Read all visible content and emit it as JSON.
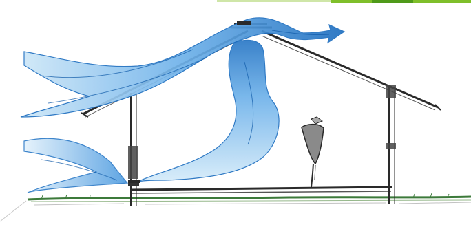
{
  "diagram": {
    "elements": [
      {
        "name": "house-section",
        "description_kind": "building"
      },
      {
        "name": "wind-flow",
        "description_kind": "air-current"
      },
      {
        "name": "ridge-vent",
        "description_kind": "opening"
      },
      {
        "name": "low-wall-opening",
        "description_kind": "opening"
      },
      {
        "name": "tree",
        "description_kind": "vegetation"
      },
      {
        "name": "ground-line",
        "description_kind": "ground"
      }
    ]
  },
  "colors": {
    "air_dark": "#1f6fc0",
    "air_mid": "#5da6e3",
    "air_light": "#b8dcf5",
    "ground_green": "#3c7a3a",
    "ink": "#2a2a2a",
    "banner_green": "#7fbf2a",
    "tree_grey": "#8a8a8a"
  }
}
